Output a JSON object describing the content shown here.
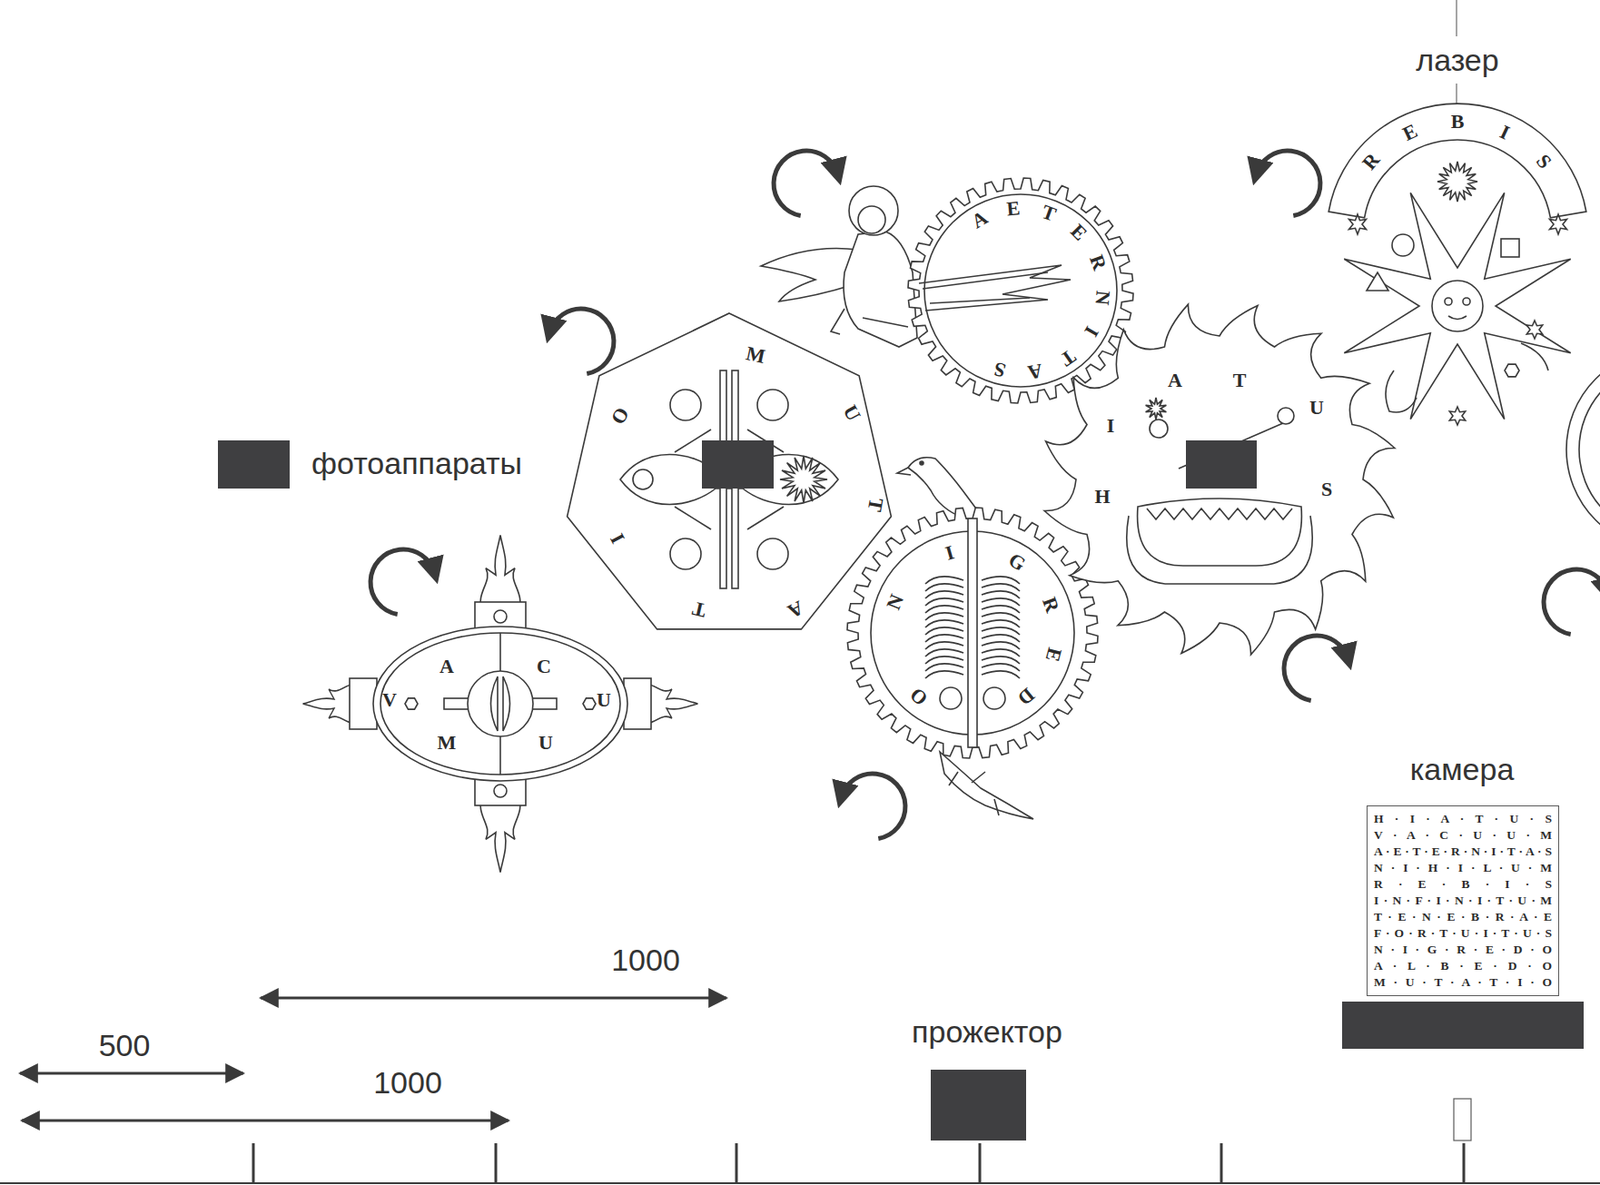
{
  "diagram": {
    "nodes": [
      {
        "text": [
          "V",
          "A",
          "C",
          "U",
          "U",
          "M"
        ]
      },
      {
        "text": [
          "M",
          "U",
          "T",
          "A",
          "T",
          "I",
          "O"
        ]
      },
      {
        "text": [
          "A",
          "E",
          "T",
          "E",
          "R",
          "N",
          "I",
          "T",
          "A",
          "S"
        ]
      },
      {
        "text": [
          "N",
          "I",
          "G",
          "R",
          "E",
          "D",
          "O"
        ]
      },
      {
        "text": [
          "H",
          "I",
          "A",
          "T",
          "U",
          "S"
        ]
      },
      {
        "text": [
          "R",
          "E",
          "B",
          "I",
          "S"
        ]
      },
      {
        "text": [
          "H · I · A · T · U · S",
          "V · A · C · U · U · M",
          "A · E · T · E · R · N · I · T · A · S",
          "N · I · H · I · L · U · M",
          "R · E · B · I · S",
          "I · N · F · I · N · I · T · U · M",
          "T · E · N · E · B · R · A · E",
          "F · O · R · T · U · I · T · U · S",
          "N · I · G · R · E · D · O",
          "A · L · B · E · D · O",
          "M · U · T · A · T · I · O"
        ]
      }
    ],
    "labels": [
      "лазер",
      "камера",
      "прожектор",
      "1000",
      "500",
      "1000"
    ],
    "legend": [
      {
        "text": "фотоаппараты",
        "color": "#3f3f41"
      }
    ]
  }
}
